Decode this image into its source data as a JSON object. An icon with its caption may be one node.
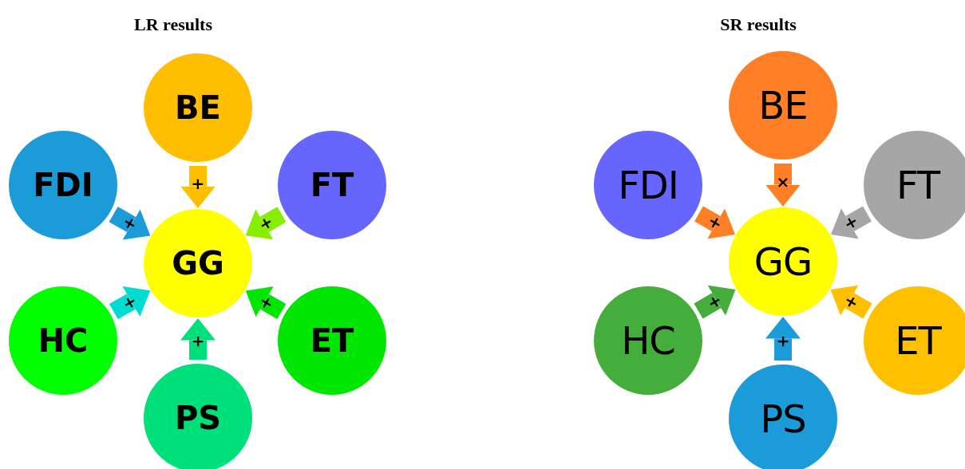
{
  "diagram": {
    "nodes": [
      {
        "text": [
          "BE"
        ]
      },
      {
        "text": [
          "FDI"
        ]
      },
      {
        "text": [
          "FT"
        ]
      },
      {
        "text": [
          "GG"
        ]
      },
      {
        "text": [
          "HC"
        ]
      },
      {
        "text": [
          "ET"
        ]
      },
      {
        "text": [
          "PS"
        ]
      },
      {
        "text": [
          "BE"
        ]
      },
      {
        "text": [
          "FDI"
        ]
      },
      {
        "text": [
          "FT"
        ]
      },
      {
        "text": [
          "GG"
        ]
      },
      {
        "text": [
          "HC"
        ]
      },
      {
        "text": [
          "ET"
        ]
      },
      {
        "text": [
          "PS"
        ]
      }
    ],
    "edges": [
      {
        "from": 0,
        "to": 3,
        "arrow": "to",
        "label": "+",
        "color": "#ffbf00"
      },
      {
        "from": 1,
        "to": 3,
        "arrow": "to",
        "label": "+",
        "color": "#1b9bd8"
      },
      {
        "from": 2,
        "to": 3,
        "arrow": "to",
        "label": "+",
        "color": "#88ee00"
      },
      {
        "from": 4,
        "to": 3,
        "arrow": "to",
        "label": "+",
        "color": "#00dcd2"
      },
      {
        "from": 5,
        "to": 3,
        "arrow": "to",
        "label": "+",
        "color": "#00e600"
      },
      {
        "from": 6,
        "to": 3,
        "arrow": "to",
        "label": "+",
        "color": "#00e07a"
      },
      {
        "from": 7,
        "to": 10,
        "arrow": "to",
        "label": "×",
        "color": "#ff7f27"
      },
      {
        "from": 8,
        "to": 10,
        "arrow": "to",
        "label": "+",
        "color": "#ff7f27"
      },
      {
        "from": 9,
        "to": 10,
        "arrow": "to",
        "label": "+",
        "color": "#a6a6a6"
      },
      {
        "from": 11,
        "to": 10,
        "arrow": "to",
        "label": "+",
        "color": "#45ad3c"
      },
      {
        "from": 12,
        "to": 10,
        "arrow": "to",
        "label": "+",
        "color": "#ffc000"
      },
      {
        "from": 13,
        "to": 10,
        "arrow": "to",
        "label": "+",
        "color": "#1b9bd8"
      }
    ],
    "labels": [
      "LR results",
      "SR results"
    ]
  }
}
